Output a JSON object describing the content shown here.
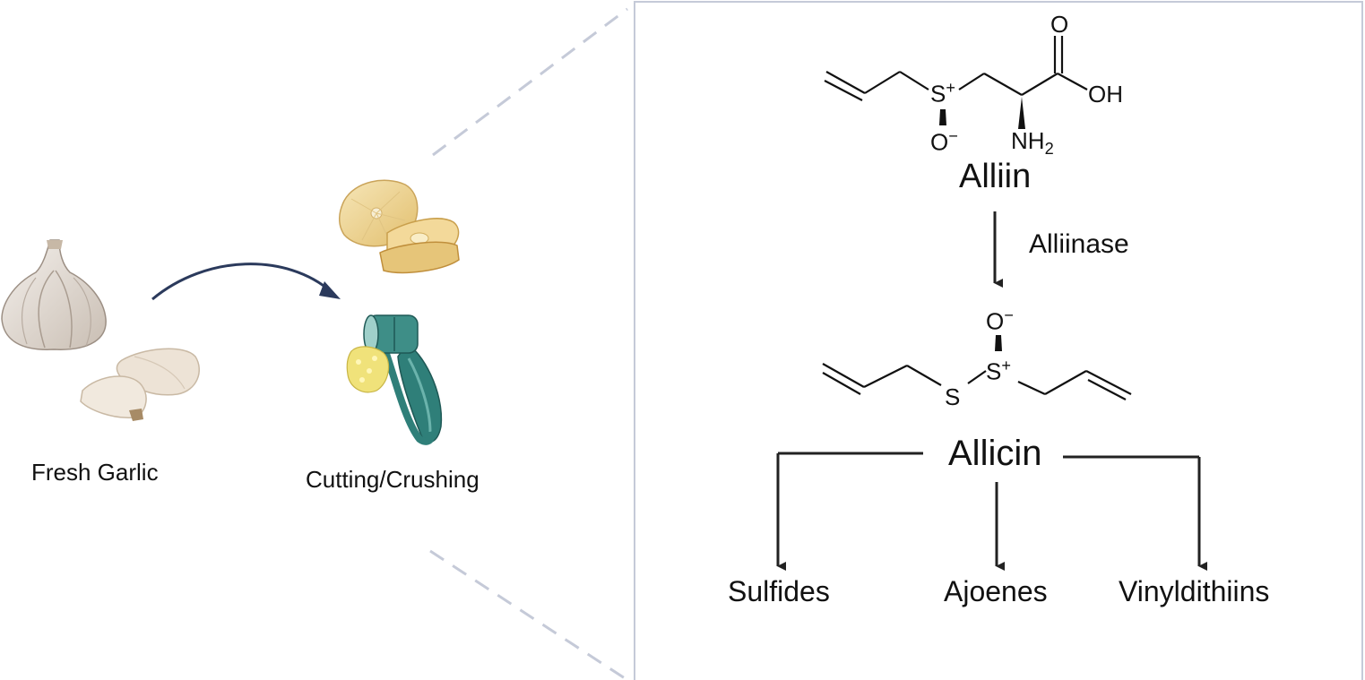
{
  "left": {
    "fresh_garlic_label": "Fresh Garlic",
    "cutting_label": "Cutting/Crushing"
  },
  "reaction": {
    "alliin": {
      "name": "Alliin",
      "s_plus": "S+",
      "o_minus": "O−",
      "carbonyl_o": "O",
      "oh": "OH",
      "nh2": "NH2"
    },
    "enzyme": "Alliinase",
    "allicin": {
      "name": "Allicin",
      "o_minus": "O−",
      "s_plus": "S+",
      "s": "S"
    },
    "products": [
      "Sulfides",
      "Ajoenes",
      "Vinyldithiins"
    ]
  },
  "colors": {
    "arrow_navy": "#2b3a5c",
    "panel_border": "#c5cad8",
    "dash": "#c5cad8",
    "garlic": "#ece6df",
    "slice": "#f0d79a",
    "press": "#2f7f79"
  },
  "icons": [
    "garlic-bulb-icon",
    "garlic-cloves-icon",
    "garlic-slices-icon",
    "garlic-press-icon"
  ]
}
